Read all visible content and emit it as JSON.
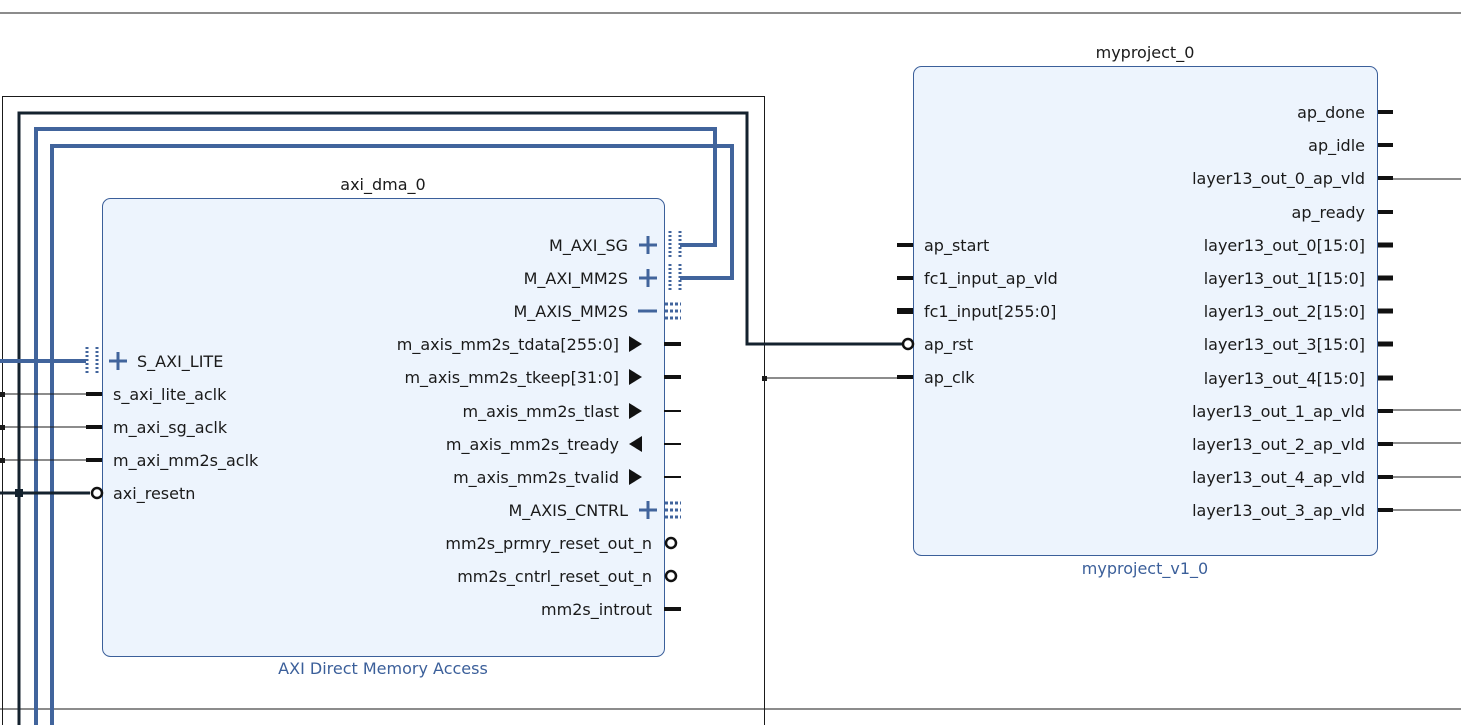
{
  "colors": {
    "block_fill": "#edf4fd",
    "block_stroke": "#3b5f9a",
    "bus": "#41649c",
    "net_dark": "#14222e",
    "net": "#1a1a1a",
    "subtitle": "#3b5f9a"
  },
  "axi_dma": {
    "instance": "axi_dma_0",
    "ip_name": "AXI Direct Memory Access",
    "left_ports": [
      "S_AXI_LITE",
      "s_axi_lite_aclk",
      "m_axi_sg_aclk",
      "m_axi_mm2s_aclk",
      "axi_resetn"
    ],
    "right_ports": [
      "M_AXI_SG",
      "M_AXI_MM2S",
      "M_AXIS_MM2S",
      "m_axis_mm2s_tdata[255:0]",
      "m_axis_mm2s_tkeep[31:0]",
      "m_axis_mm2s_tlast",
      "m_axis_mm2s_tready",
      "m_axis_mm2s_tvalid",
      "M_AXIS_CNTRL",
      "mm2s_prmry_reset_out_n",
      "mm2s_cntrl_reset_out_n",
      "mm2s_introut"
    ]
  },
  "myproject": {
    "instance": "myproject_0",
    "ip_name": "myproject_v1_0",
    "left_ports": [
      "ap_start",
      "fc1_input_ap_vld",
      "fc1_input[255:0]",
      "ap_rst",
      "ap_clk"
    ],
    "right_ports": [
      "ap_done",
      "ap_idle",
      "layer13_out_0_ap_vld",
      "ap_ready",
      "layer13_out_0[15:0]",
      "layer13_out_1[15:0]",
      "layer13_out_2[15:0]",
      "layer13_out_3[15:0]",
      "layer13_out_4[15:0]",
      "layer13_out_1_ap_vld",
      "layer13_out_2_ap_vld",
      "layer13_out_4_ap_vld",
      "layer13_out_3_ap_vld"
    ]
  }
}
